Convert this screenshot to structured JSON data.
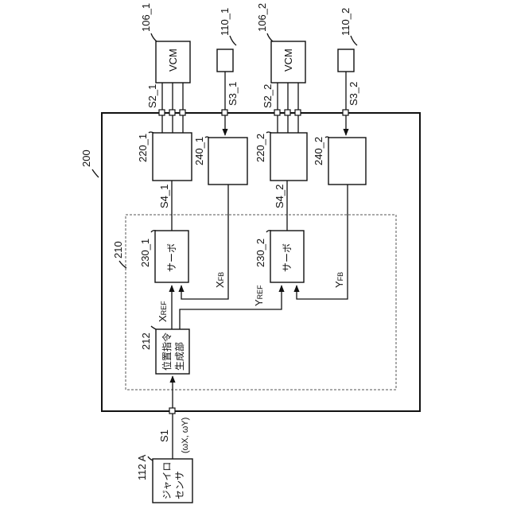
{
  "labels": {
    "system": "200",
    "controller": "210",
    "gyro_ref": "112 A",
    "gyro_line1": "ジャイロ",
    "gyro_line2": "センサ",
    "omega_text": "(ωX, ωY)",
    "s1": "S1",
    "posgen_ref": "212",
    "posgen_line1": "位置指令",
    "posgen_line2": "生成部",
    "xref_main": "X",
    "xref_sub": "REF",
    "yref_main": "Y",
    "yref_sub": "REF",
    "xfb_main": "X",
    "xfb_sub": "FB",
    "yfb_main": "Y",
    "yfb_sub": "FB",
    "servo1_ref": "230_1",
    "servo1_text": "サーボ",
    "servo2_ref": "230_2",
    "servo2_text": "サーボ",
    "driver1_ref": "220_1",
    "driver2_ref": "220_2",
    "amp1_ref": "240_1",
    "amp2_ref": "240_2",
    "s4_1": "S4_1",
    "s4_2": "S4_2",
    "s2_1": "S2_1",
    "s2_2": "S2_2",
    "s3_1": "S3_1",
    "s3_2": "S3_2",
    "vcm1_ref": "106_1",
    "vcm1_text": "VCM",
    "vcm2_ref": "106_2",
    "vcm2_text": "VCM",
    "sensor1_ref": "110_1",
    "sensor2_ref": "110_2"
  }
}
